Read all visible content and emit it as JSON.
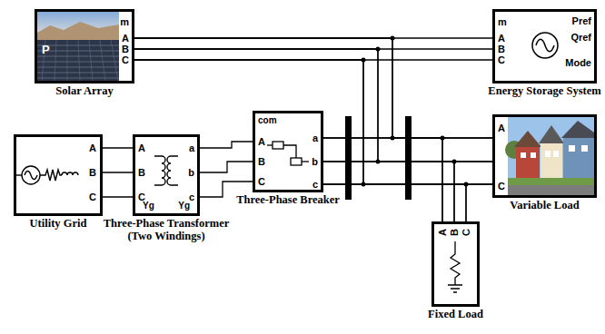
{
  "diagram": {
    "nodes": [
      {
        "text": [
          "m",
          "A",
          "B",
          "C",
          "P",
          "Solar Array"
        ]
      },
      {
        "text": [
          "m",
          "A",
          "B",
          "C",
          "Pref",
          "Qref",
          "Mode",
          "Energy Storage System"
        ]
      },
      {
        "text": [
          "A",
          "B",
          "C",
          "Utility Grid"
        ]
      },
      {
        "text": [
          "A",
          "B",
          "C",
          "a",
          "b",
          "c",
          "Yg",
          "Yg",
          "Three-Phase Transformer (Two Windings)"
        ]
      },
      {
        "text": [
          "com",
          "A",
          "B",
          "C",
          "a",
          "b",
          "c",
          "Three-Phase Breaker"
        ]
      },
      {
        "text": [
          "A",
          "C",
          "Variable Load"
        ]
      },
      {
        "text": [
          "A",
          "B",
          "C",
          "Fixed Load"
        ]
      }
    ],
    "edges": [
      {
        "from": 2,
        "to": 3,
        "arrow": "none"
      },
      {
        "from": 3,
        "to": 4,
        "arrow": "none"
      },
      {
        "from": 4,
        "to": 5,
        "arrow": "none"
      },
      {
        "from": 4,
        "to": 6,
        "arrow": "none"
      },
      {
        "from": 0,
        "to": 1,
        "arrow": "none"
      },
      {
        "from": 0,
        "to": 5,
        "arrow": "none"
      },
      {
        "from": 0,
        "to": 6,
        "arrow": "none"
      }
    ]
  }
}
